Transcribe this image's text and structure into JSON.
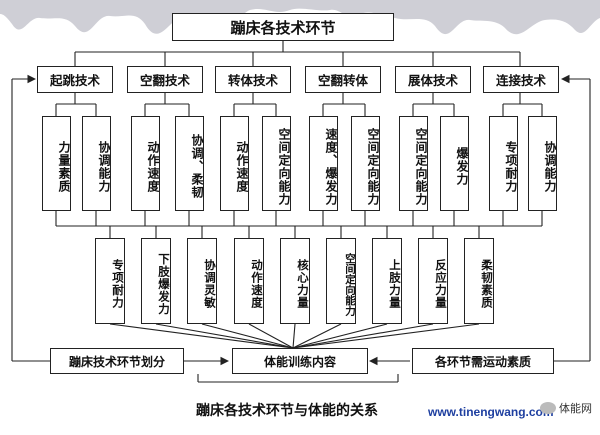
{
  "title": "蹦床各技术环节",
  "techniques": [
    "起跳技术",
    "空翻技术",
    "转体技术",
    "空翻转体",
    "展体技术",
    "连接技术"
  ],
  "top_attributes": [
    "力量素质",
    "协调能力",
    "动作速度",
    "协调、柔韧",
    "动作速度",
    "空间定向能力",
    "速度、爆发力",
    "空间定向能力",
    "空间定向能力",
    "爆发力",
    "专项耐力",
    "协调能力"
  ],
  "mid_attributes": [
    "专项耐力",
    "下肢爆发力",
    "协调灵敏",
    "动作速度",
    "核心力量",
    "空间定向能力",
    "上肢力量",
    "反应力量",
    "柔韧素质"
  ],
  "bottom": {
    "left": "蹦床技术环节划分",
    "center": "体能训练内容",
    "right": "各环节需运动素质"
  },
  "caption": "蹦床各技术环节与体能的关系",
  "watermark": "www.tinengwang.com",
  "wechat_label": "体能网"
}
